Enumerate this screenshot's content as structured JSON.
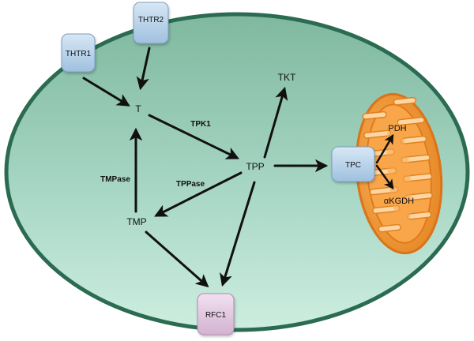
{
  "nodes": {
    "t": "T",
    "tpp": "TPP",
    "tmp": "TMP",
    "tkt": "TKT",
    "pdh": "PDH",
    "akgdh": "αKGDH"
  },
  "transporters": {
    "thtr1": "THTR1",
    "thtr2": "THTR2",
    "tpc": "TPC",
    "rfc1": "RFC1"
  },
  "enzymes": {
    "tpk1": "TPK1",
    "tppase": "TPPase",
    "tmpase": "TMPase"
  },
  "colors": {
    "cell_fill": "#a3d4c2",
    "cell_border": "#2a6b52",
    "transporter_blue": "#b8d3ea",
    "transporter_pink": "#e4cce2",
    "mitochondrion": "#f39a3c",
    "arrow": "#111111"
  }
}
